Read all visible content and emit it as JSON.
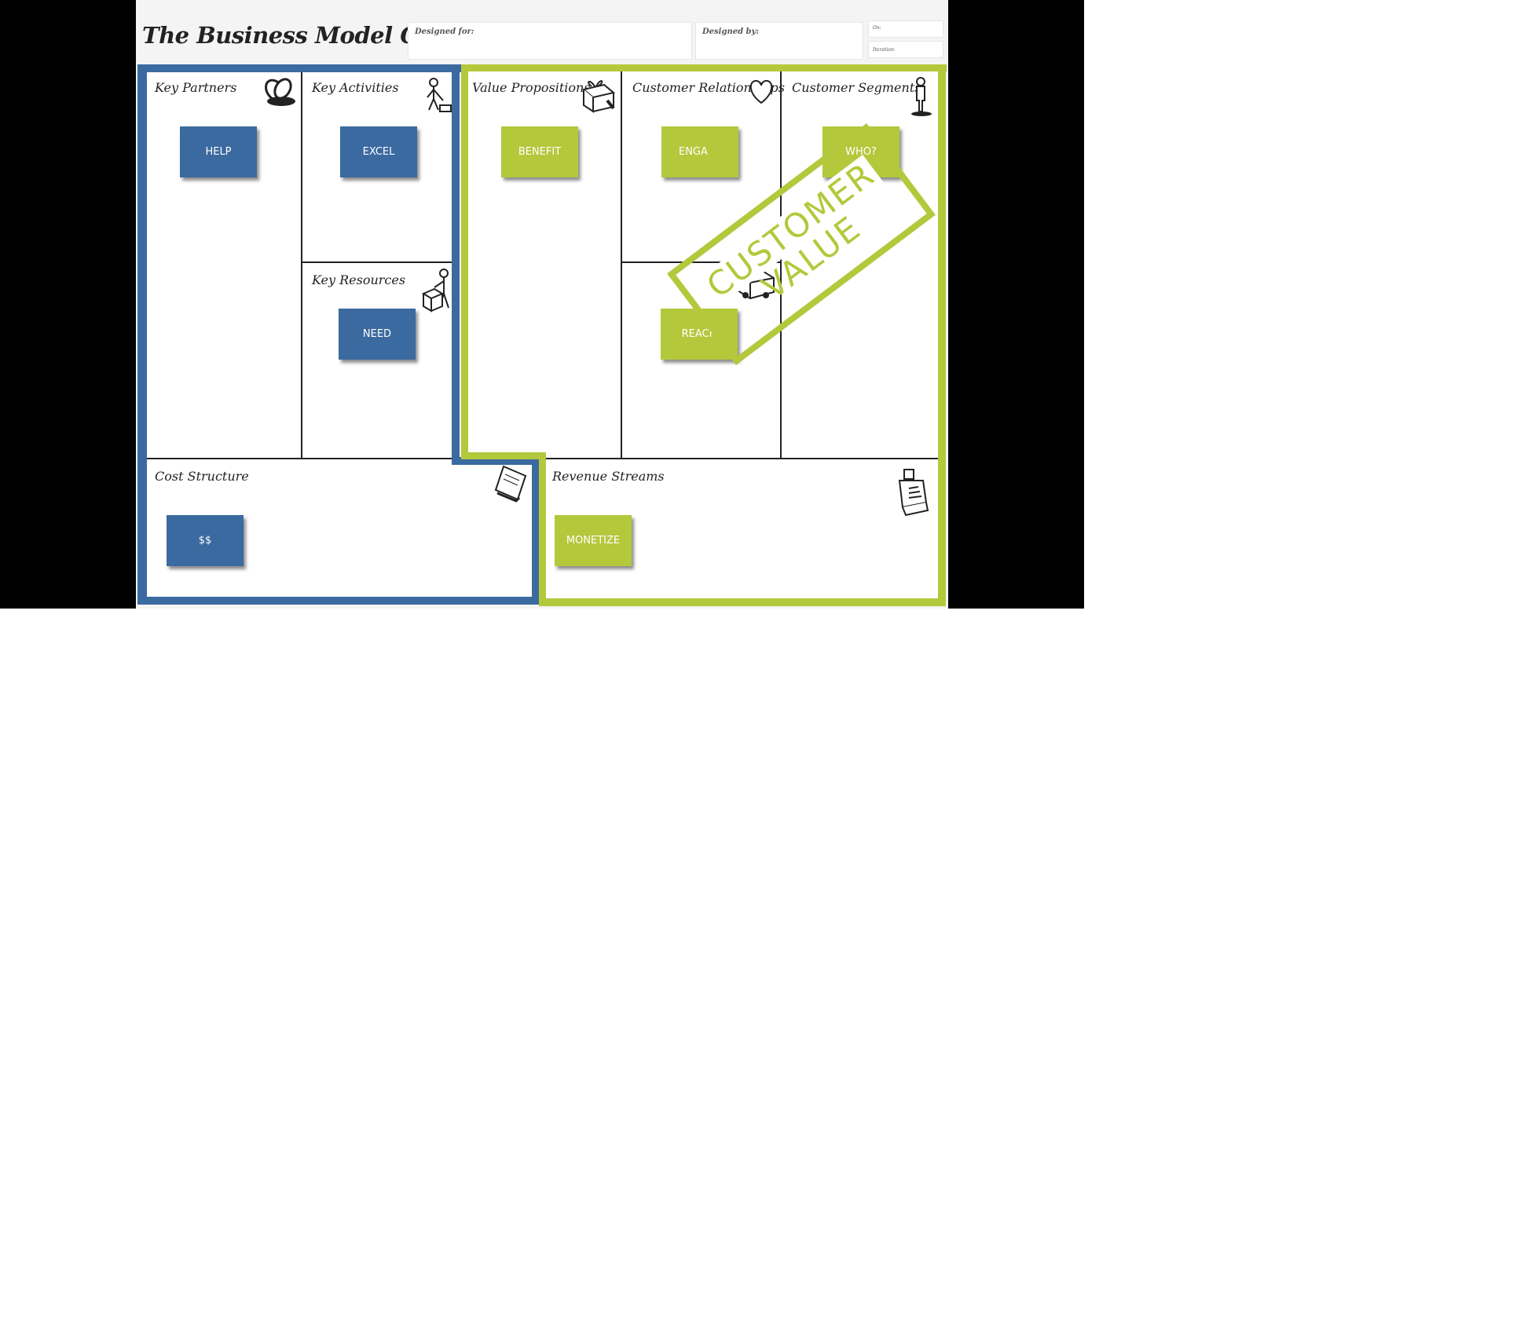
{
  "header": {
    "title": "The Business Model Canvas",
    "designed_for": "Designed for:",
    "designed_by": "Designed by:",
    "on": "On:",
    "version": "Iteration:"
  },
  "cells": {
    "key_partners": {
      "title": "Key Partners",
      "note": "HELP"
    },
    "key_activities": {
      "title": "Key Activities",
      "note": "EXCEL"
    },
    "key_resources": {
      "title": "Key Resources",
      "note": "NEED"
    },
    "value_propositions": {
      "title": "Value Propositions",
      "note": "BENEFIT"
    },
    "customer_relationships": {
      "title": "Customer Relationships",
      "note": "ENGA"
    },
    "channels": {
      "title": "",
      "note": "REACH"
    },
    "customer_segments": {
      "title": "Customer Segments",
      "note": "WHO?"
    },
    "cost_structure": {
      "title": "Cost Structure",
      "note": "$$"
    },
    "revenue_streams": {
      "title": "Revenue Streams",
      "note": "MONETIZE"
    }
  },
  "stamp": {
    "line1": "CUSTOMER",
    "line2": "VALUE"
  },
  "colors": {
    "blue": "#3b6aa0",
    "green": "#b4c83c"
  },
  "icons": [
    "chain-link-icon",
    "worker-icon",
    "worker-with-box-icon",
    "gift-icon",
    "heart-icon",
    "truck-icon",
    "person-icon",
    "price-tag-icon",
    "cash-register-icon"
  ]
}
